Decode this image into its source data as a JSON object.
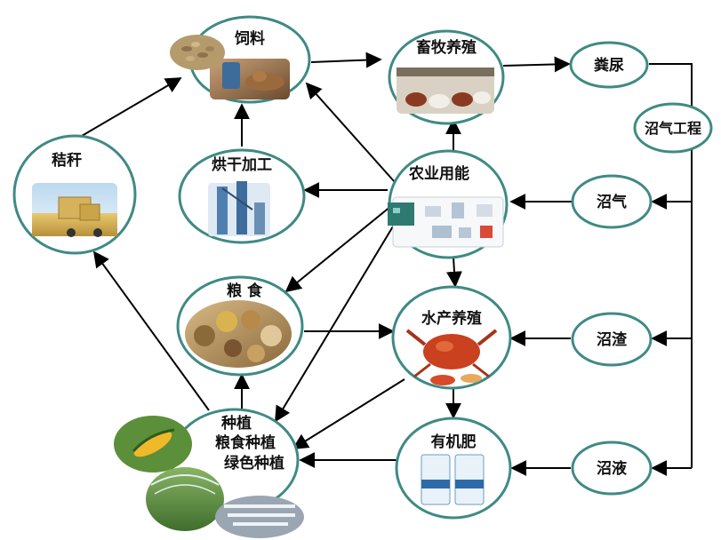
{
  "colors": {
    "ring": "#3f8a84",
    "arrow": "#000000",
    "text": "#111111"
  },
  "nodes": {
    "feed": "饲料",
    "livestock": "畜牧养殖",
    "manure": "粪尿",
    "biogas_project": "沼气工程",
    "straw": "秸秆",
    "drying": "烘干加工",
    "agri_energy": "农业用能",
    "biogas": "沼气",
    "grain": "粮 食",
    "aquaculture": "水产养殖",
    "biogas_residue": "沼渣",
    "planting": [
      "种植",
      "粮食种植",
      "绿色种植"
    ],
    "organic_fertilizer": "有机肥",
    "biogas_slurry": "沼液"
  }
}
